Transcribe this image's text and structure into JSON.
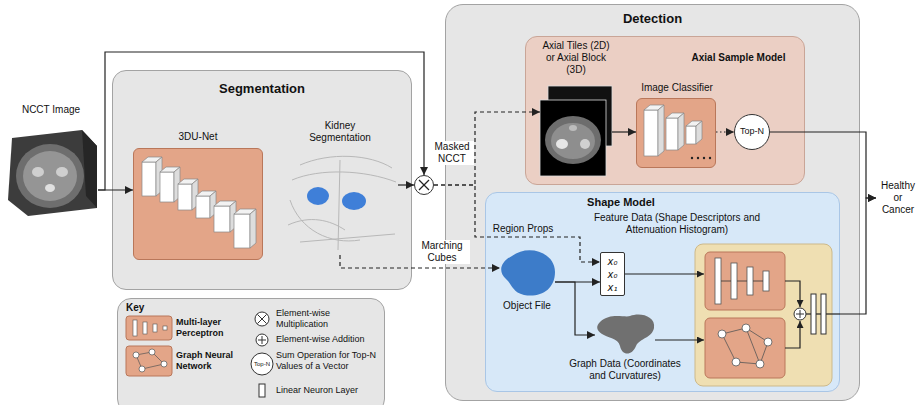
{
  "diagram": {
    "nodes": [
      {
        "text": [
          "NCCT Image"
        ]
      },
      {
        "text": [
          "Segmentation"
        ]
      },
      {
        "text": [
          "3DU-Net"
        ],
        "in": 1
      },
      {
        "text": [
          "Kidney Segmentation"
        ],
        "in": 1
      },
      {
        "text": [
          "Masked NCCT"
        ]
      },
      {
        "text": [
          "Key"
        ]
      },
      {
        "text": [
          "Detection"
        ]
      },
      {
        "text": [
          "Axial Sample Model"
        ],
        "in": 6
      },
      {
        "text": [
          "Axial Tiles (2D) or Axial Block (3D)"
        ],
        "in": 7
      },
      {
        "text": [
          "Image Classifier"
        ],
        "in": 7
      },
      {
        "text": [
          "Top-N"
        ],
        "in": 7
      },
      {
        "text": [
          "Shape Model"
        ],
        "in": 6
      },
      {
        "text": [
          "Object File"
        ],
        "in": 11
      },
      {
        "text": [
          "Feature Data (Shape Descriptors and Attenuation Histogram)",
          "x₀",
          "x₀",
          "x₁"
        ],
        "in": 11
      },
      {
        "text": [
          "Graph Data (Coordinates and Curvatures)"
        ],
        "in": 11
      },
      {
        "text": [
          "Healthy or Cancer"
        ]
      }
    ],
    "edges": [
      {
        "from": 0,
        "to": 2,
        "arrow": "to"
      },
      {
        "from": 0,
        "to": 4,
        "arrow": "to"
      },
      {
        "from": 3,
        "to": 4,
        "arrow": "to"
      },
      {
        "from": 4,
        "to": 8,
        "arrow": "to"
      },
      {
        "from": 4,
        "to": 13,
        "label": "Region Props",
        "arrow": "to"
      },
      {
        "from": 3,
        "to": 12,
        "label": "Marching Cubes",
        "arrow": "to"
      },
      {
        "from": 8,
        "to": 9,
        "arrow": "to"
      },
      {
        "from": 9,
        "to": 10,
        "arrow": "to"
      },
      {
        "from": 12,
        "to": 13,
        "arrow": "to"
      },
      {
        "from": 12,
        "to": 14,
        "arrow": "to"
      },
      {
        "from": 10,
        "to": 15,
        "arrow": "to"
      },
      {
        "from": 11,
        "to": 15,
        "arrow": "to"
      }
    ],
    "labels": [
      "Top-N"
    ],
    "legend": [
      {
        "text": "Multi-layer Perceptron"
      },
      {
        "text": "Graph Neural Network"
      },
      {
        "text": "Element-wise Multiplication"
      },
      {
        "text": "Element-wise Addition"
      },
      {
        "text": "Sum Operation for Top-N Values of a Vector"
      },
      {
        "text": "Linear Neuron Layer"
      }
    ]
  }
}
